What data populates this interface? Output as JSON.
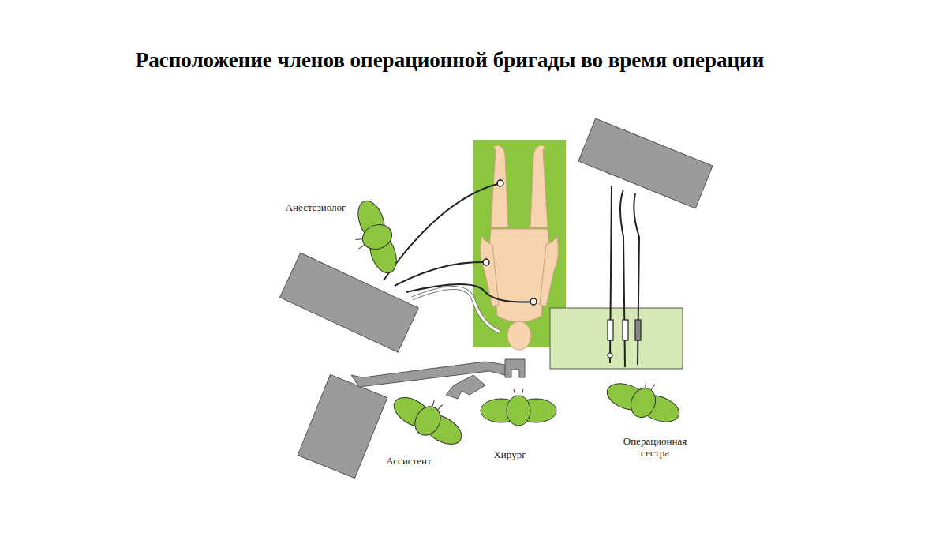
{
  "diagram": {
    "title": "Расположение членов операционной бригады во время операции",
    "labels": [
      "Анестезиолог",
      "Ассистент",
      "Хирург",
      "Операционная сестра"
    ]
  }
}
